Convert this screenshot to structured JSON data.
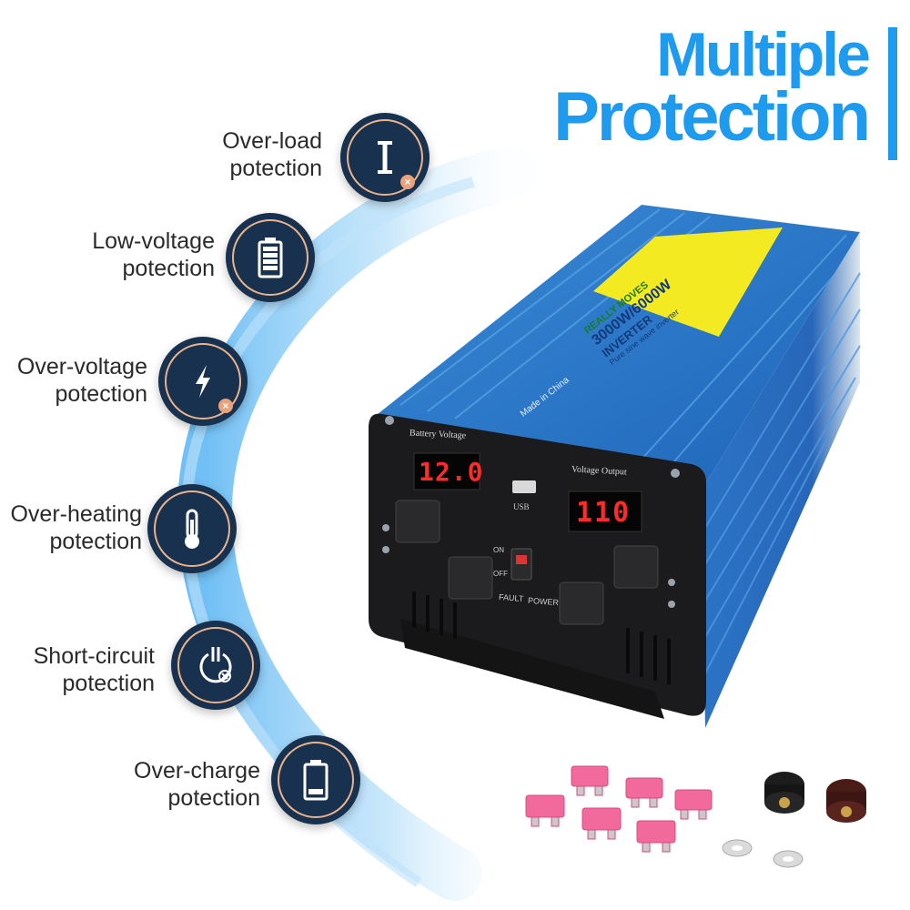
{
  "headline": {
    "line1": "Multiple",
    "line2": "Protection"
  },
  "features": [
    {
      "line1": "Over-load",
      "line2": "potection",
      "icon": "current-i-icon"
    },
    {
      "line1": "Low-voltage",
      "line2": "potection",
      "icon": "battery-full-icon"
    },
    {
      "line1": "Over-voltage",
      "line2": "potection",
      "icon": "lightning-icon"
    },
    {
      "line1": "Over-heating",
      "line2": "potection",
      "icon": "thermometer-icon"
    },
    {
      "line1": "Short-circuit",
      "line2": "potection",
      "icon": "power-short-icon"
    },
    {
      "line1": "Over-charge",
      "line2": "potection",
      "icon": "battery-low-icon"
    }
  ],
  "product": {
    "battery_voltage_label": "Battery Voltage",
    "battery_voltage_value": "12.0",
    "voltage_output_label": "Voltage Output",
    "voltage_output_value": "110",
    "usb_label": "USB",
    "on_label": "ON",
    "off_label": "OFF",
    "fault_label": "FAULT",
    "power_label": "POWER",
    "sticker_brand": "REALLY MOVES",
    "sticker_model": "3000W/6000W",
    "sticker_type": "INVERTER",
    "sticker_sub": "Pure sine wave inverter",
    "made_in": "Made in China"
  },
  "colors": {
    "accent": "#1E9BEF",
    "badge": "#18314F",
    "ring": "#E9B38C",
    "case": "#2F7FCE"
  }
}
